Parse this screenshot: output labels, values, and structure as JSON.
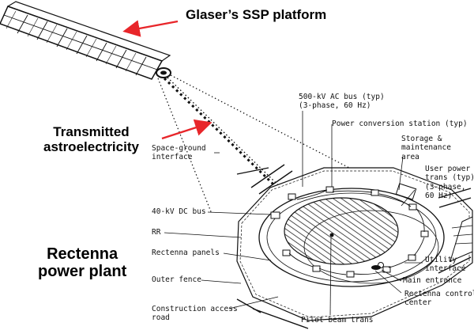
{
  "headlines": {
    "ssp_platform": "Glaser’s SSP platform",
    "transmitted": [
      "Transmitted",
      "astroelectricity"
    ],
    "rectenna": [
      "Rectenna",
      "power plant"
    ]
  },
  "labels": {
    "ac_bus": [
      "500-kV AC bus (typ)",
      "(3-phase, 60 Hz)"
    ],
    "power_conversion": "Power conversion station (typ)",
    "storage": [
      "Storage &",
      "maintenance",
      "area"
    ],
    "user_power": [
      "User power",
      "trans (typ)",
      "(3-phase,",
      "60 Hz)"
    ],
    "space_ground": [
      "Space-ground",
      "interface"
    ],
    "dc_bus": "40-kV DC bus",
    "rr": "RR",
    "rectenna_panels": "Rectenna panels",
    "outer_fence": "Outer fence",
    "construction": [
      "Construction access",
      "road"
    ],
    "utility": [
      "Utility",
      "interface"
    ],
    "main_entrance": "Main entrance",
    "control_center": [
      "Rectenna control",
      "center"
    ],
    "pilot_beam": "Pilot beam trans"
  },
  "colors": {
    "arrow": "#e8262a",
    "ink": "#111111",
    "background": "#ffffff"
  }
}
